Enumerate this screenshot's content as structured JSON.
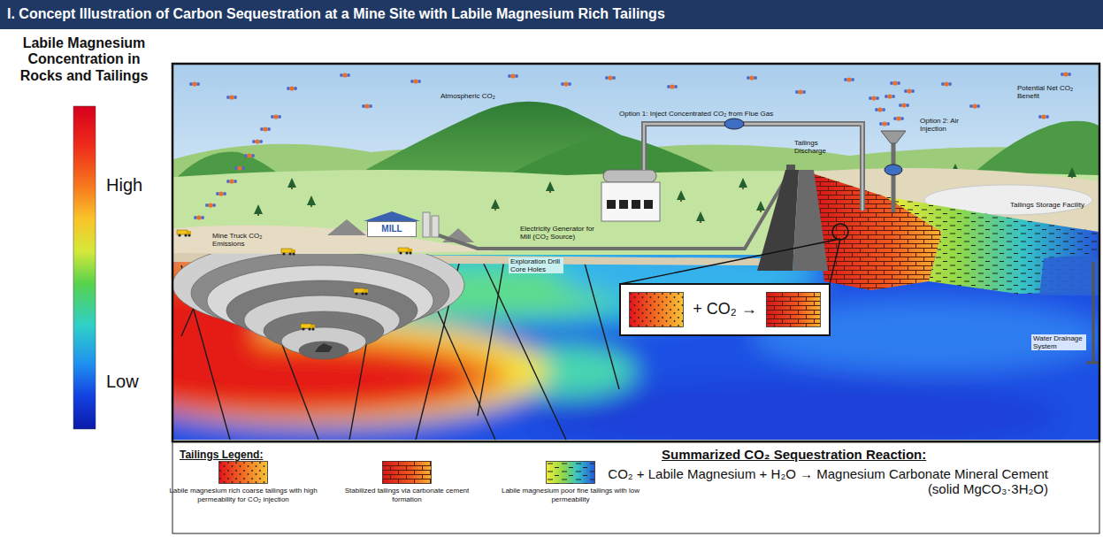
{
  "diagram": {
    "title": "I. Concept Illustration of Carbon Sequestration at a Mine Site with Labile Magnesium Rich Tailings",
    "nodes": [
      {
        "text": [
          "MILL"
        ]
      },
      {
        "text": [
          "+ CO₂ →"
        ]
      }
    ],
    "labels": [
      "Labile Magnesium Concentration in Rocks and Tailings",
      "High",
      "Low",
      "Atmospheric CO₂",
      "Mine Truck CO₂ Emissions",
      "Option 1: Inject Concentrated CO₂ from Flue Gas",
      "Potential Net CO₂ Benefit",
      "Option 2: Air Injection",
      "Electricity Generator for Mill (CO₂ Source)",
      "Tailings Discharge",
      "Tailings Storage Facility",
      "Exploration Drill Core Holes",
      "Water Drainage System",
      "Tailings Legend:",
      "Summarized CO₂ Sequestration Reaction:",
      "CO₂ + Labile Magnesium + H₂O → Magnesium Carbonate Mineral Cement (solid MgCO₃·3H₂O)"
    ],
    "legend": [
      {
        "text": "Labile magnesium rich coarse tailings with high permeability for CO₂ injection"
      },
      {
        "text": "Stabilized tailings via carbonate cement formation"
      },
      {
        "text": "Labile magnesium poor fine tailings with low permeability"
      }
    ]
  }
}
